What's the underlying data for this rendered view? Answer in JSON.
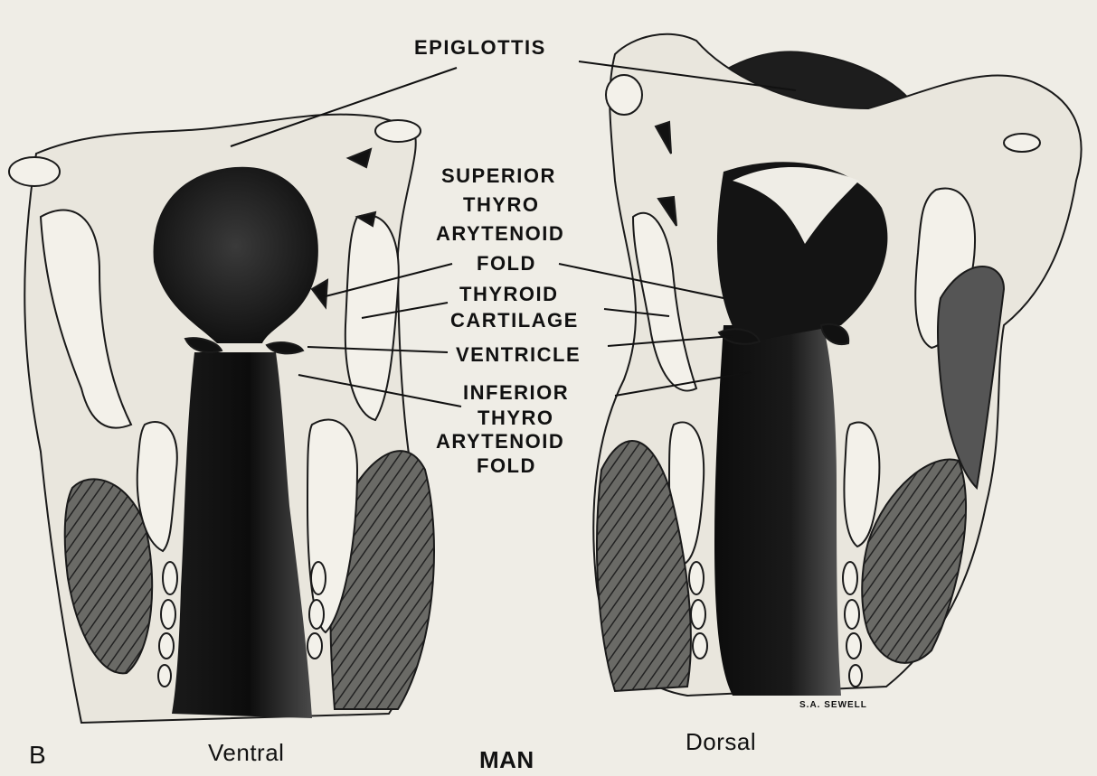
{
  "labels": {
    "epiglottis": "EPIGLOTTIS",
    "superior_fold": [
      "SUPERIOR",
      "THYRO",
      "ARYTENOID",
      "FOLD"
    ],
    "thyroid_cartilage": [
      "THYROID",
      "CARTILAGE"
    ],
    "ventricle": "VENTRICLE",
    "inferior_fold": [
      "INFERIOR",
      "THYRO",
      "ARYTENOID",
      "FOLD"
    ]
  },
  "captions": {
    "panel": "B",
    "left_view": "Ventral",
    "species": "MAN",
    "right_view": "Dorsal"
  },
  "signature": "S.A. SEWELL"
}
